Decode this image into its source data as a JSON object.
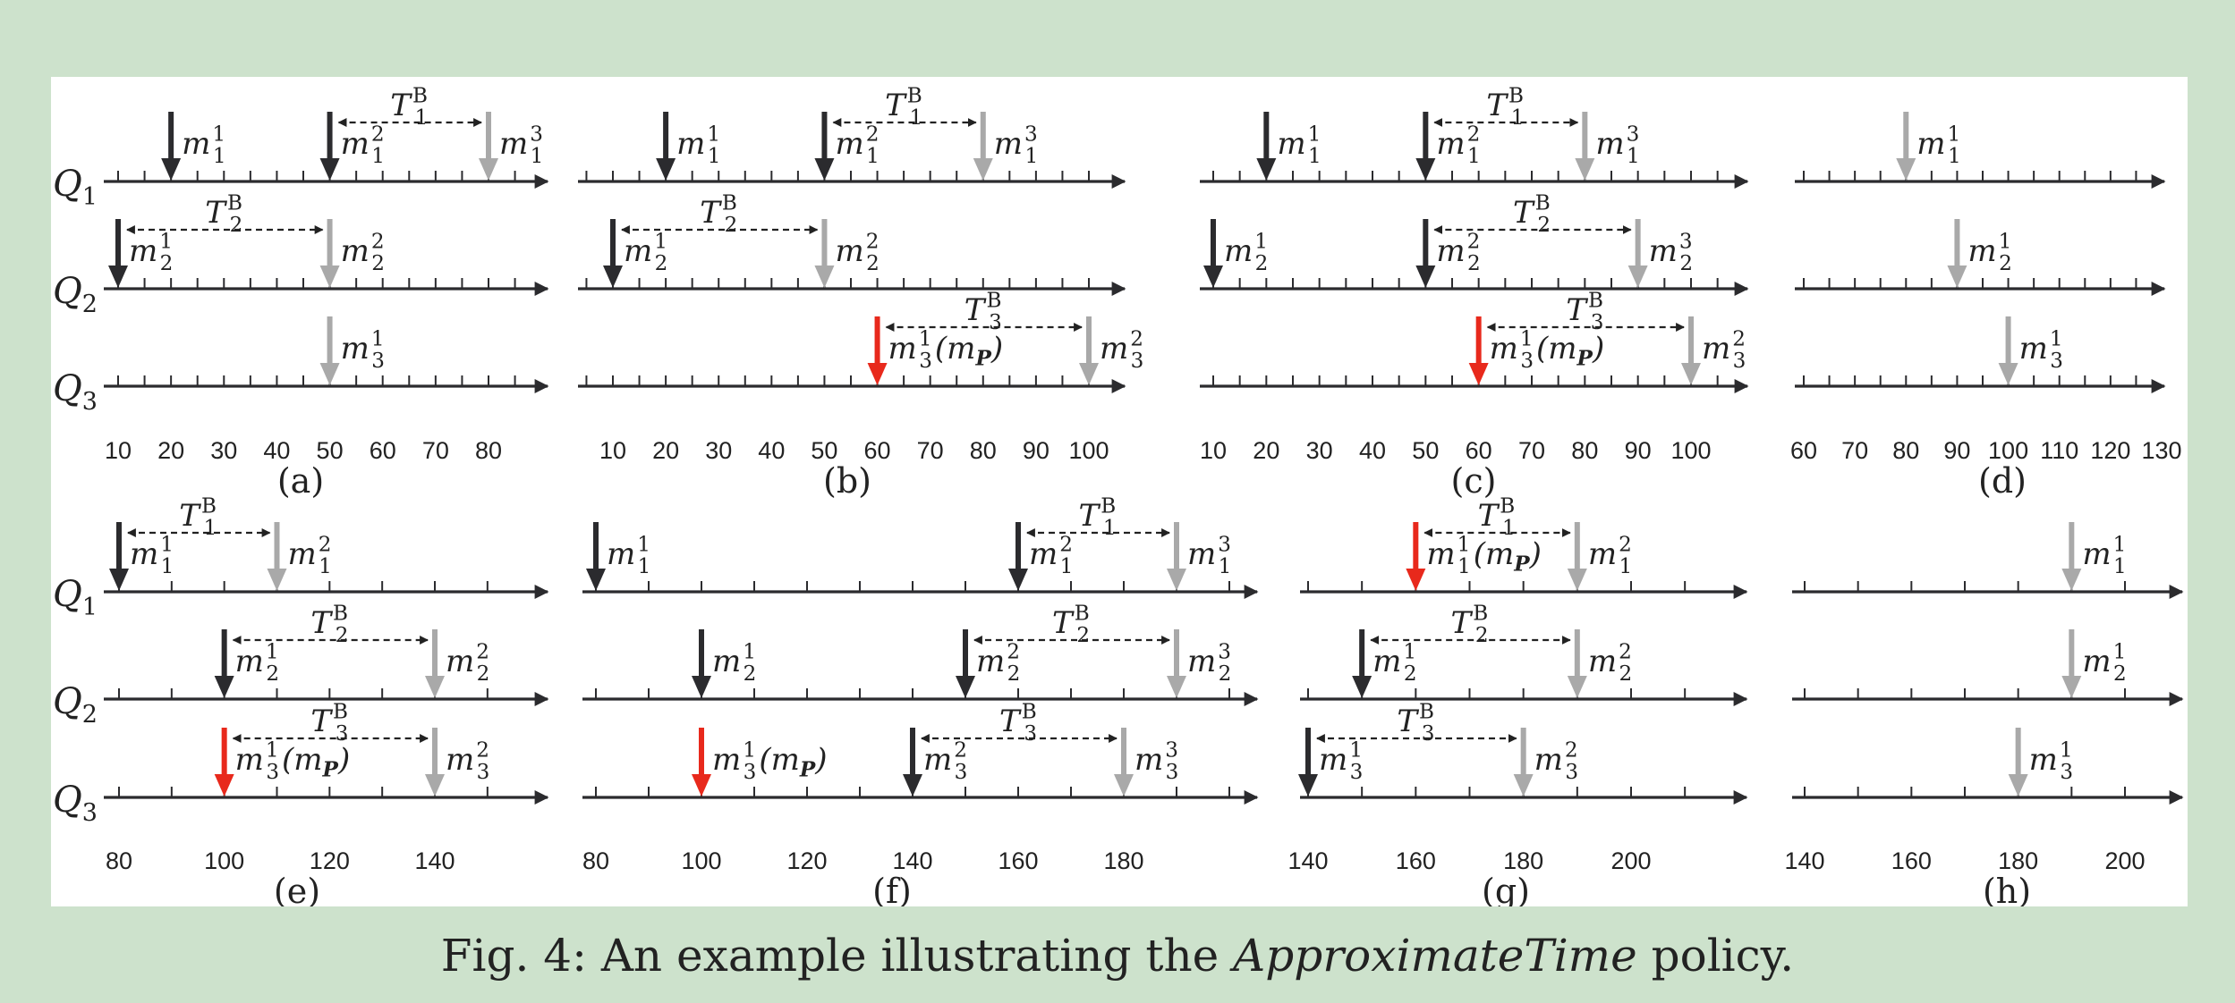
{
  "caption": {
    "prefix": "Fig. 4: An example illustrating the ",
    "policy": "ApproximateTime",
    "suffix": " policy."
  },
  "queue_labels": [
    "Q1",
    "Q2",
    "Q3"
  ],
  "colors": {
    "committed": "#2b2b2e",
    "pending": "#a9a9a9",
    "pivot": "#e8291c",
    "axis": "#2b2b2e",
    "background": "#cde2cc"
  },
  "panels": [
    {
      "id": "a",
      "label": "(a)",
      "tick_step": 5,
      "tick_labels": [
        "10",
        "20",
        "30",
        "40",
        "50",
        "60",
        "70",
        "80"
      ],
      "tick_label_values": [
        10,
        20,
        30,
        40,
        50,
        60,
        70,
        80
      ],
      "rows": [
        {
          "markers": [
            {
              "t": 20,
              "color": "committed",
              "label": "m",
              "sub": "1",
              "sup": "1"
            },
            {
              "t": 50,
              "color": "committed",
              "label": "m",
              "sub": "1",
              "sup": "2"
            },
            {
              "t": 80,
              "color": "pending",
              "label": "m",
              "sub": "1",
              "sup": "3"
            }
          ],
          "span": {
            "from": 50,
            "to": 80,
            "label": "T",
            "sub": "1",
            "sup": "B"
          }
        },
        {
          "markers": [
            {
              "t": 10,
              "color": "committed",
              "label": "m",
              "sub": "2",
              "sup": "1"
            },
            {
              "t": 50,
              "color": "pending",
              "label": "m",
              "sub": "2",
              "sup": "2"
            }
          ],
          "span": {
            "from": 10,
            "to": 50,
            "label": "T",
            "sub": "2",
            "sup": "B"
          }
        },
        {
          "markers": [
            {
              "t": 50,
              "color": "pending",
              "label": "m",
              "sub": "3",
              "sup": "1"
            }
          ]
        }
      ]
    },
    {
      "id": "b",
      "label": "(b)",
      "tick_step": 5,
      "tick_labels": [
        "10",
        "20",
        "30",
        "40",
        "50",
        "60",
        "70",
        "80",
        "90",
        "100"
      ],
      "tick_label_values": [
        10,
        20,
        30,
        40,
        50,
        60,
        70,
        80,
        90,
        100
      ],
      "rows": [
        {
          "markers": [
            {
              "t": 20,
              "color": "committed",
              "label": "m",
              "sub": "1",
              "sup": "1"
            },
            {
              "t": 50,
              "color": "committed",
              "label": "m",
              "sub": "1",
              "sup": "2"
            },
            {
              "t": 80,
              "color": "pending",
              "label": "m",
              "sub": "1",
              "sup": "3"
            }
          ],
          "span": {
            "from": 50,
            "to": 80,
            "label": "T",
            "sub": "1",
            "sup": "B"
          }
        },
        {
          "markers": [
            {
              "t": 10,
              "color": "committed",
              "label": "m",
              "sub": "2",
              "sup": "1"
            },
            {
              "t": 50,
              "color": "pending",
              "label": "m",
              "sub": "2",
              "sup": "2"
            }
          ],
          "span": {
            "from": 10,
            "to": 50,
            "label": "T",
            "sub": "2",
            "sup": "B"
          }
        },
        {
          "markers": [
            {
              "t": 60,
              "color": "pivot",
              "label": "m",
              "sub": "3",
              "sup": "1",
              "extra": "(mP)"
            },
            {
              "t": 100,
              "color": "pending",
              "label": "m",
              "sub": "3",
              "sup": "2"
            }
          ],
          "span": {
            "from": 60,
            "to": 100,
            "label": "T",
            "sub": "3",
            "sup": "B"
          }
        }
      ]
    },
    {
      "id": "c",
      "label": "(c)",
      "tick_step": 5,
      "tick_labels": [
        "10",
        "20",
        "30",
        "40",
        "50",
        "60",
        "70",
        "80",
        "90",
        "100"
      ],
      "tick_label_values": [
        10,
        20,
        30,
        40,
        50,
        60,
        70,
        80,
        90,
        100
      ],
      "rows": [
        {
          "markers": [
            {
              "t": 20,
              "color": "committed",
              "label": "m",
              "sub": "1",
              "sup": "1"
            },
            {
              "t": 50,
              "color": "committed",
              "label": "m",
              "sub": "1",
              "sup": "2"
            },
            {
              "t": 80,
              "color": "pending",
              "label": "m",
              "sub": "1",
              "sup": "3"
            }
          ],
          "span": {
            "from": 50,
            "to": 80,
            "label": "T",
            "sub": "1",
            "sup": "B"
          }
        },
        {
          "markers": [
            {
              "t": 10,
              "color": "committed",
              "label": "m",
              "sub": "2",
              "sup": "1"
            },
            {
              "t": 50,
              "color": "committed",
              "label": "m",
              "sub": "2",
              "sup": "2"
            },
            {
              "t": 90,
              "color": "pending",
              "label": "m",
              "sub": "2",
              "sup": "3"
            }
          ],
          "span": {
            "from": 50,
            "to": 90,
            "label": "T",
            "sub": "2",
            "sup": "B"
          }
        },
        {
          "markers": [
            {
              "t": 60,
              "color": "pivot",
              "label": "m",
              "sub": "3",
              "sup": "1",
              "extra": "(mP)"
            },
            {
              "t": 100,
              "color": "pending",
              "label": "m",
              "sub": "3",
              "sup": "2"
            }
          ],
          "span": {
            "from": 60,
            "to": 100,
            "label": "T",
            "sub": "3",
            "sup": "B"
          }
        }
      ]
    },
    {
      "id": "d",
      "label": "(d)",
      "tick_step": 5,
      "tick_labels": [
        "60",
        "70",
        "80",
        "90",
        "100",
        "110",
        "120",
        "130"
      ],
      "tick_label_values": [
        60,
        70,
        80,
        90,
        100,
        110,
        120,
        130
      ],
      "rows": [
        {
          "markers": [
            {
              "t": 80,
              "color": "pending",
              "label": "m",
              "sub": "1",
              "sup": "1"
            }
          ]
        },
        {
          "markers": [
            {
              "t": 90,
              "color": "pending",
              "label": "m",
              "sub": "2",
              "sup": "1"
            }
          ]
        },
        {
          "markers": [
            {
              "t": 100,
              "color": "pending",
              "label": "m",
              "sub": "3",
              "sup": "1"
            }
          ]
        }
      ]
    },
    {
      "id": "e",
      "label": "(e)",
      "tick_step": 10,
      "tick_labels": [
        "80",
        "100",
        "120",
        "140"
      ],
      "tick_label_values": [
        80,
        100,
        120,
        140
      ],
      "rows": [
        {
          "markers": [
            {
              "t": 80,
              "color": "committed",
              "label": "m",
              "sub": "1",
              "sup": "1"
            },
            {
              "t": 110,
              "color": "pending",
              "label": "m",
              "sub": "1",
              "sup": "2"
            }
          ],
          "span": {
            "from": 80,
            "to": 110,
            "label": "T",
            "sub": "1",
            "sup": "B"
          }
        },
        {
          "markers": [
            {
              "t": 100,
              "color": "committed",
              "label": "m",
              "sub": "2",
              "sup": "1"
            },
            {
              "t": 140,
              "color": "pending",
              "label": "m",
              "sub": "2",
              "sup": "2"
            }
          ],
          "span": {
            "from": 100,
            "to": 140,
            "label": "T",
            "sub": "2",
            "sup": "B"
          }
        },
        {
          "markers": [
            {
              "t": 100,
              "color": "pivot",
              "label": "m",
              "sub": "3",
              "sup": "1",
              "extra": "(mP)"
            },
            {
              "t": 140,
              "color": "pending",
              "label": "m",
              "sub": "3",
              "sup": "2"
            }
          ],
          "span": {
            "from": 100,
            "to": 140,
            "label": "T",
            "sub": "3",
            "sup": "B"
          }
        }
      ]
    },
    {
      "id": "f",
      "label": "(f)",
      "tick_step": 10,
      "tick_labels": [
        "80",
        "100",
        "120",
        "140",
        "160",
        "180"
      ],
      "tick_label_values": [
        80,
        100,
        120,
        140,
        160,
        180
      ],
      "rows": [
        {
          "markers": [
            {
              "t": 80,
              "color": "committed",
              "label": "m",
              "sub": "1",
              "sup": "1"
            },
            {
              "t": 160,
              "color": "committed",
              "label": "m",
              "sub": "1",
              "sup": "2"
            },
            {
              "t": 190,
              "color": "pending",
              "label": "m",
              "sub": "1",
              "sup": "3"
            }
          ],
          "span": {
            "from": 160,
            "to": 190,
            "label": "T",
            "sub": "1",
            "sup": "B"
          }
        },
        {
          "markers": [
            {
              "t": 100,
              "color": "committed",
              "label": "m",
              "sub": "2",
              "sup": "1"
            },
            {
              "t": 150,
              "color": "committed",
              "label": "m",
              "sub": "2",
              "sup": "2"
            },
            {
              "t": 190,
              "color": "pending",
              "label": "m",
              "sub": "2",
              "sup": "3"
            }
          ],
          "span": {
            "from": 150,
            "to": 190,
            "label": "T",
            "sub": "2",
            "sup": "B"
          }
        },
        {
          "markers": [
            {
              "t": 100,
              "color": "pivot",
              "label": "m",
              "sub": "3",
              "sup": "1",
              "extra": "(mP)"
            },
            {
              "t": 140,
              "color": "committed",
              "label": "m",
              "sub": "3",
              "sup": "2"
            },
            {
              "t": 180,
              "color": "pending",
              "label": "m",
              "sub": "3",
              "sup": "3"
            }
          ],
          "span": {
            "from": 140,
            "to": 180,
            "label": "T",
            "sub": "3",
            "sup": "B"
          }
        }
      ]
    },
    {
      "id": "g",
      "label": "(g)",
      "tick_step": 10,
      "tick_labels": [
        "140",
        "160",
        "180",
        "200"
      ],
      "tick_label_values": [
        140,
        160,
        180,
        200
      ],
      "rows": [
        {
          "markers": [
            {
              "t": 160,
              "color": "pivot",
              "label": "m",
              "sub": "1",
              "sup": "1",
              "extra": "(mP)"
            },
            {
              "t": 190,
              "color": "pending",
              "label": "m",
              "sub": "1",
              "sup": "2"
            }
          ],
          "span": {
            "from": 160,
            "to": 190,
            "label": "T",
            "sub": "1",
            "sup": "B"
          }
        },
        {
          "markers": [
            {
              "t": 150,
              "color": "committed",
              "label": "m",
              "sub": "2",
              "sup": "1"
            },
            {
              "t": 190,
              "color": "pending",
              "label": "m",
              "sub": "2",
              "sup": "2"
            }
          ],
          "span": {
            "from": 150,
            "to": 190,
            "label": "T",
            "sub": "2",
            "sup": "B"
          }
        },
        {
          "markers": [
            {
              "t": 140,
              "color": "committed",
              "label": "m",
              "sub": "3",
              "sup": "1"
            },
            {
              "t": 180,
              "color": "pending",
              "label": "m",
              "sub": "3",
              "sup": "2"
            }
          ],
          "span": {
            "from": 140,
            "to": 180,
            "label": "T",
            "sub": "3",
            "sup": "B"
          }
        }
      ]
    },
    {
      "id": "h",
      "label": "(h)",
      "tick_step": 10,
      "tick_labels": [
        "140",
        "160",
        "180",
        "200"
      ],
      "tick_label_values": [
        140,
        160,
        180,
        200
      ],
      "rows": [
        {
          "markers": [
            {
              "t": 190,
              "color": "pending",
              "label": "m",
              "sub": "1",
              "sup": "1"
            }
          ]
        },
        {
          "markers": [
            {
              "t": 190,
              "color": "pending",
              "label": "m",
              "sub": "2",
              "sup": "1"
            }
          ]
        },
        {
          "markers": [
            {
              "t": 180,
              "color": "pending",
              "label": "m",
              "sub": "3",
              "sup": "1"
            }
          ]
        }
      ]
    }
  ]
}
